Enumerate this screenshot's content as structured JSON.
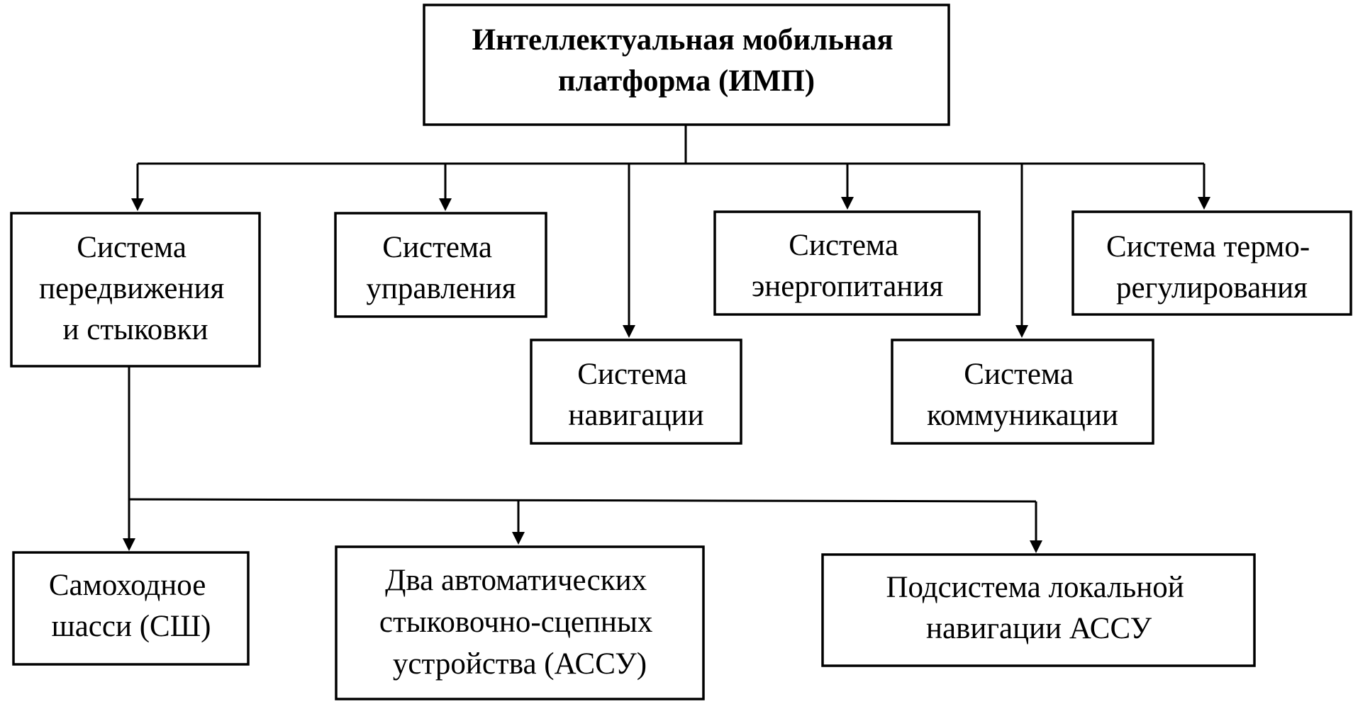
{
  "root": {
    "lines": [
      "Интеллектуальная мобильная",
      "платформа (ИМП)"
    ]
  },
  "systems": [
    {
      "lines": [
        "Система",
        "передвижения",
        "и стыковки"
      ]
    },
    {
      "lines": [
        "Система",
        "управления"
      ]
    },
    {
      "lines": [
        "Система",
        "навигации"
      ]
    },
    {
      "lines": [
        "Система",
        "энергопитания"
      ]
    },
    {
      "lines": [
        "Система",
        "коммуникации"
      ]
    },
    {
      "lines": [
        "Система термо-",
        "регулирования"
      ]
    }
  ],
  "subsystems": [
    {
      "lines": [
        "Самоходное",
        "шасси (СШ)"
      ]
    },
    {
      "lines": [
        "Два автоматических",
        "стыковочно-сцепных",
        "устройства (АССУ)"
      ]
    },
    {
      "lines": [
        "Подсистема локальной",
        "навигации АССУ"
      ]
    }
  ],
  "colors": {
    "stroke": "#000000",
    "background": "#ffffff"
  }
}
